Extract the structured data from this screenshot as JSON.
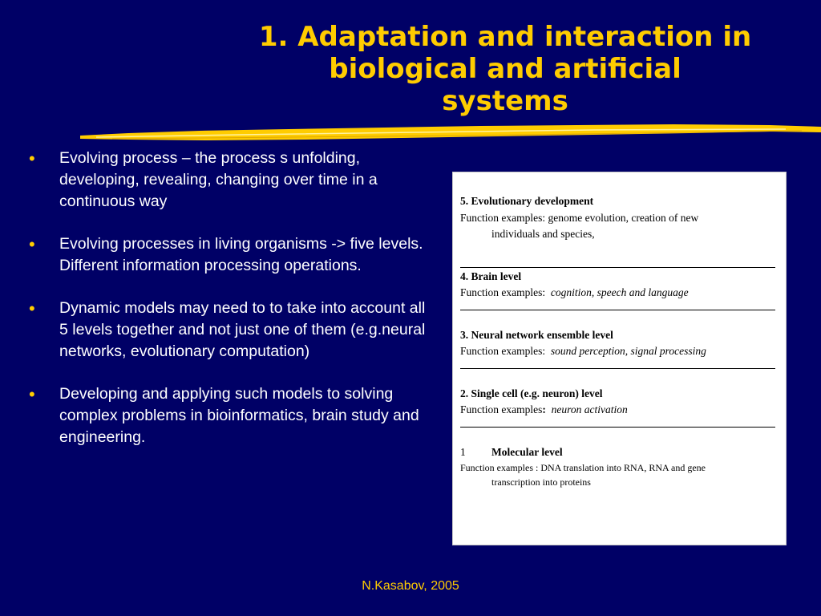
{
  "slide": {
    "title_lines": [
      "1. Adaptation and interaction in",
      "biological and artificial",
      "systems"
    ],
    "bullets": [
      "Evolving process – the  process s unfolding, developing, revealing, changing over time in a continuous way",
      "Evolving  processes in living organisms -> five levels. Different  information processing operations.",
      "Dynamic models may need to to take into account all 5 levels together and not just one of them (e.g.neural networks, evolutionary computation)",
      "Developing and applying such models to solving complex problems in bioinformatics, brain study and engineering."
    ],
    "bullet_symbol": "•",
    "footer": "N.Kasabov, 2005",
    "colors": {
      "background": "#000066",
      "title": "#FFCC00",
      "text": "#FFFFFF",
      "box": "#FFFFFF"
    }
  },
  "levels_box": {
    "level5": {
      "heading": "5. Evolutionary development",
      "line1": "Function examples: genome evolution, creation of new",
      "line2": "individuals and species,"
    },
    "level4": {
      "heading": "4. Brain level",
      "prefix": "Function examples:  ",
      "examples": "cognition, speech and language"
    },
    "level3": {
      "heading": "3. Neural network ensemble level",
      "prefix": "Function examples:  ",
      "examples": "sound perception, signal processing"
    },
    "level2": {
      "heading": "2. Single cell (e.g. neuron) level",
      "prefix": "Function examples",
      "colon": ":",
      "examples": "neuron activation"
    },
    "level1": {
      "number": "1",
      "heading": "Molecular level",
      "line1": "Function examples : DNA translation into RNA, RNA and gene",
      "line2": "transcription into  proteins"
    }
  }
}
